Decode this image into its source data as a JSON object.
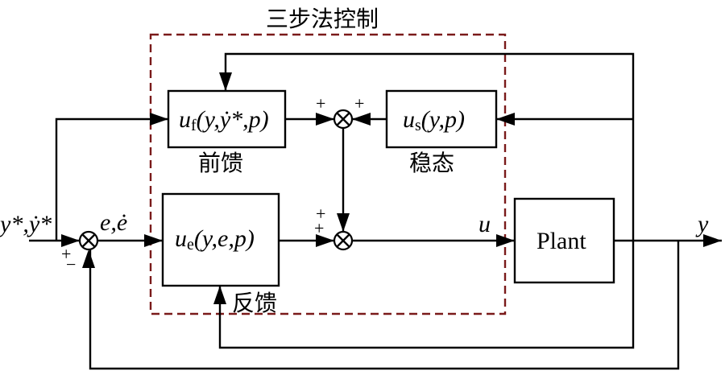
{
  "title": "三步法控制",
  "blocks": {
    "feedforward": {
      "main": "u",
      "sub": "f",
      "args": "(y,ẏ*,p)",
      "label": "前馈"
    },
    "steady_state": {
      "main": "u",
      "sub": "s",
      "args": "(y,p)",
      "label": "稳态"
    },
    "feedback": {
      "main": "u",
      "sub": "e",
      "args": "(y,e,p)",
      "label": "反馈"
    },
    "plant": {
      "label": "Plant"
    }
  },
  "signals": {
    "reference": "y*,ẏ*",
    "error": "e,ė",
    "control": "u",
    "output": "y"
  },
  "signs": {
    "sum1_plus": "+",
    "sum1_minus": "−",
    "sum2_left": "+",
    "sum2_right": "+",
    "sum3_top": "+",
    "sum3_left": "+"
  },
  "colors": {
    "boundary": "#7a1a1a",
    "line": "#000000"
  }
}
